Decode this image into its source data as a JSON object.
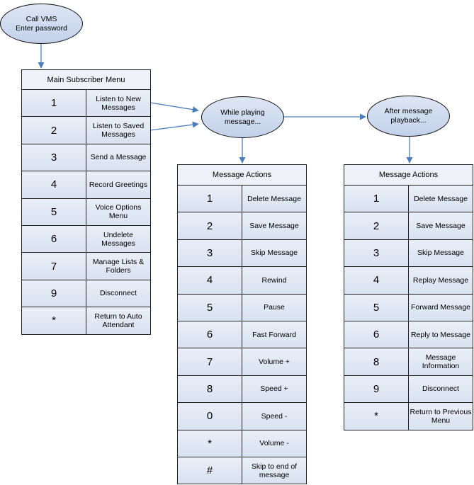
{
  "nodes": {
    "call_vms": [
      "Call VMS",
      "Enter password"
    ],
    "while_playing": [
      "While playing",
      "message..."
    ],
    "after_playback": [
      "After message",
      "playback..."
    ]
  },
  "main_menu": {
    "title": "Main Subscriber Menu",
    "rows": [
      {
        "key": "1",
        "label": "Listen to New Messages"
      },
      {
        "key": "2",
        "label": "Listen to Saved Messages"
      },
      {
        "key": "3",
        "label": "Send a Message"
      },
      {
        "key": "4",
        "label": "Record Greetings"
      },
      {
        "key": "5",
        "label": "Voice Options Menu"
      },
      {
        "key": "6",
        "label": "Undelete Messages"
      },
      {
        "key": "7",
        "label": "Manage Lists & Folders"
      },
      {
        "key": "9",
        "label": "Disconnect"
      },
      {
        "key": "*",
        "label": "Return to Auto Attendant"
      }
    ]
  },
  "playing_actions": {
    "title": "Message Actions",
    "rows": [
      {
        "key": "1",
        "label": "Delete Message"
      },
      {
        "key": "2",
        "label": "Save Message"
      },
      {
        "key": "3",
        "label": "Skip Message"
      },
      {
        "key": "4",
        "label": "Rewind"
      },
      {
        "key": "5",
        "label": "Pause"
      },
      {
        "key": "6",
        "label": "Fast Forward"
      },
      {
        "key": "7",
        "label": "Volume +"
      },
      {
        "key": "8",
        "label": "Speed +"
      },
      {
        "key": "0",
        "label": "Speed -"
      },
      {
        "key": "*",
        "label": "Volume -"
      },
      {
        "key": "#",
        "label": "Skip to end of message"
      }
    ]
  },
  "after_actions": {
    "title": "Message Actions",
    "rows": [
      {
        "key": "1",
        "label": "Delete Message"
      },
      {
        "key": "2",
        "label": "Save Message"
      },
      {
        "key": "3",
        "label": "Skip Message"
      },
      {
        "key": "4",
        "label": "Replay Message"
      },
      {
        "key": "5",
        "label": "Forward Message"
      },
      {
        "key": "6",
        "label": "Reply to Message"
      },
      {
        "key": "8",
        "label": "Message Information"
      },
      {
        "key": "9",
        "label": "Disconnect"
      },
      {
        "key": "*",
        "label": "Return to Previous Menu"
      }
    ]
  },
  "colors": {
    "arrow": "#4a7ebb",
    "cell_fill": "#dde4f2",
    "border": "#222222"
  }
}
